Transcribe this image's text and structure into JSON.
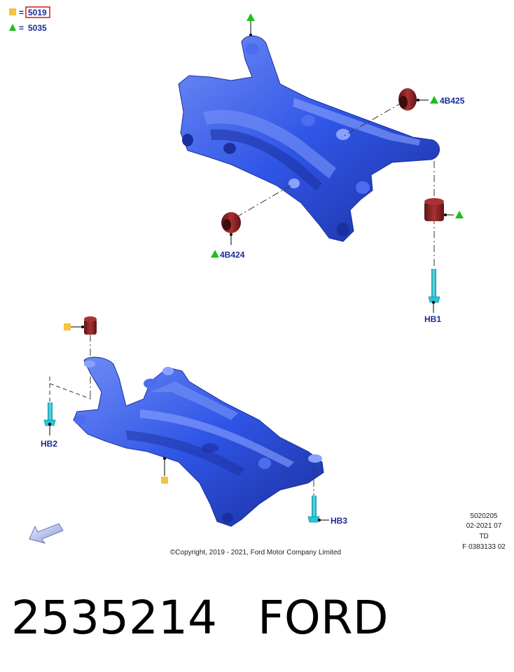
{
  "legend": {
    "square_label": "5019",
    "triangle_label": "5035",
    "equals": "="
  },
  "callouts": {
    "c_4b425": "4B425",
    "c_4b424": "4B424",
    "c_hb1": "HB1",
    "c_hb2": "HB2",
    "c_hb3": "HB3"
  },
  "info_block": {
    "line1": "5020205",
    "line2": "02-2021 07",
    "line3": "TD",
    "line4": "F 0383133 02"
  },
  "copyright": "©Copyright, 2019 - 2021, Ford Motor Company Limited",
  "caption": {
    "part_number": "2535214",
    "brand": "FORD"
  },
  "colors": {
    "frame_blue": "#2f55e6",
    "frame_light": "#6f8cf5",
    "frame_dark": "#1b2f9e",
    "bushing": "#8a2424",
    "bolt": "#27c4d8",
    "triangle_green": "#19c219",
    "square_yellow": "#f5c242",
    "label_blue": "#1a2a9a",
    "legend_red": "#d11c1c"
  }
}
